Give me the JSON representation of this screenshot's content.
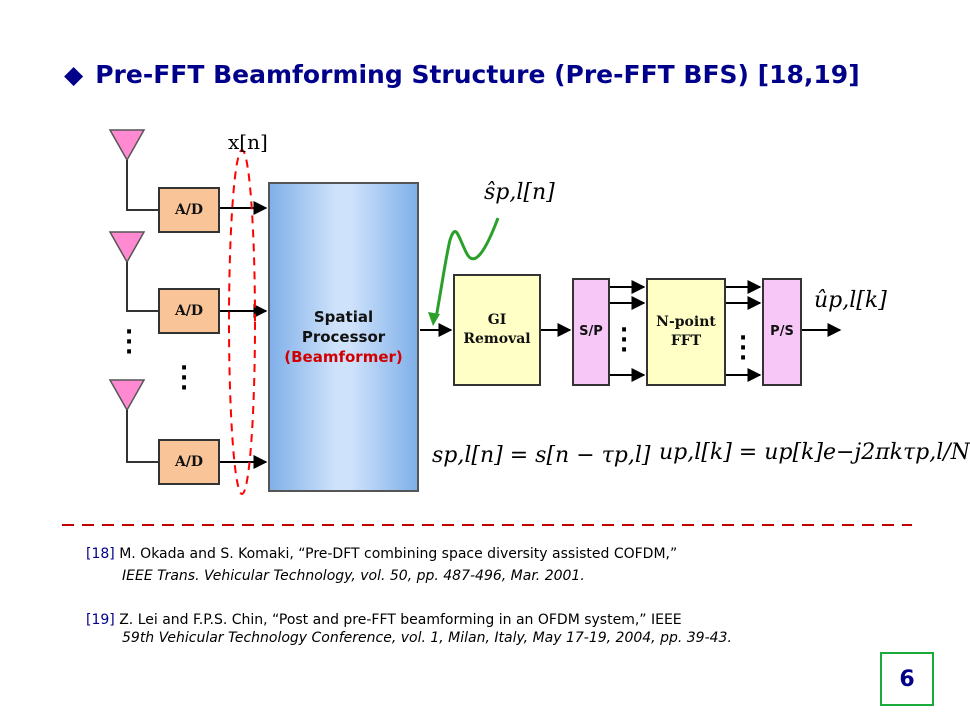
{
  "title": {
    "bullet": "◆",
    "text": "Pre-FFT Beamforming Structure (Pre-FFT BFS) [18,19]"
  },
  "diagram": {
    "ad_label": "A/D",
    "spatial": {
      "line1": "Spatial",
      "line2": "Processor",
      "line3": "(Beamformer)"
    },
    "gi": "GI\nRemoval",
    "sp": "S/P",
    "fft": "N-point\nFFT",
    "ps": "P/S",
    "xn_label": "x[n]",
    "s_hat_label": "ŝp,l[n]",
    "u_hat_label": "ûp,l[k]",
    "eq_s": "sp,l[n] = s[n − τp,l]",
    "eq_u": "up,l[k] = up[k]e−j2πkτp,l/N",
    "dots": "⋮"
  },
  "references": [
    {
      "tag": "[18]",
      "line1": " M. Okada and S. Komaki, “Pre-DFT combining space diversity assisted COFDM,”",
      "line2": "IEEE Trans. Vehicular Technology,  vol. 50, pp. 487-496, Mar. 2001."
    },
    {
      "tag": "[19]",
      "line1": " Z. Lei and F.P.S. Chin, “Post and pre-FFT beamforming in an OFDM system,” IEEE",
      "line2": "59th Vehicular Technology Conference, vol. 1, Milan, Italy, May 17-19, 2004, pp. 39-43."
    }
  ],
  "page_number": "6",
  "colors": {
    "title": "#00008b",
    "ad_fill": "#f9c497",
    "antenna": "#ff80d0",
    "ellipse": "#ff0000",
    "divider": "#c00000",
    "spatial_fill": "#a8c9f2",
    "gi_fill": "#ffffc6",
    "sp_fill": "#f7c8f7",
    "curve": "#2aa02a",
    "page_border": "#1aaa3a"
  }
}
